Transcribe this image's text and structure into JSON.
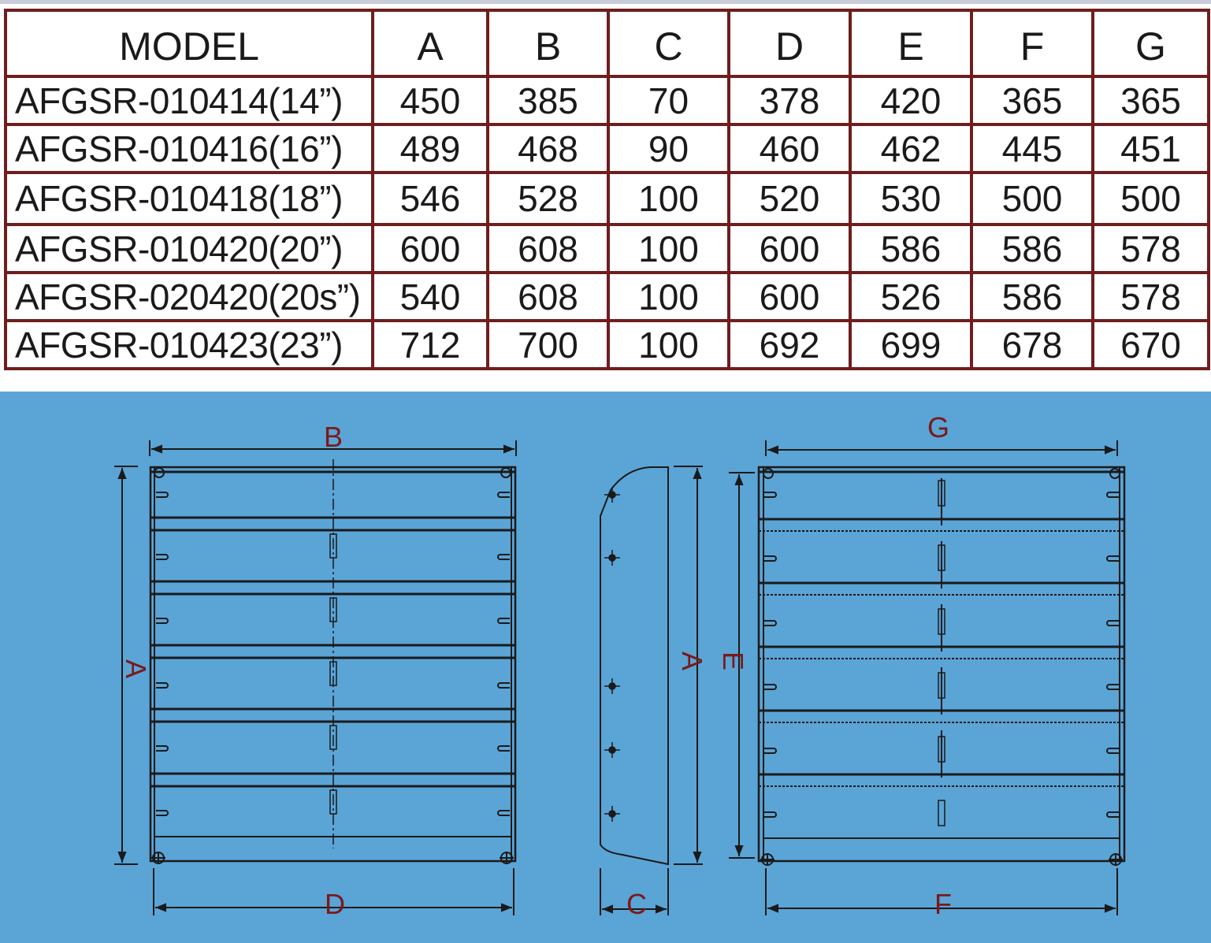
{
  "table": {
    "headers": [
      "MODEL",
      "A",
      "B",
      "C",
      "D",
      "E",
      "F",
      "G"
    ],
    "rows": [
      [
        "AFGSR-010414(14”)",
        "450",
        "385",
        "70",
        "378",
        "420",
        "365",
        "365"
      ],
      [
        "AFGSR-010416(16”)",
        "489",
        "468",
        "90",
        "460",
        "462",
        "445",
        "451"
      ],
      [
        "AFGSR-010418(18”)",
        "546",
        "528",
        "100",
        "520",
        "530",
        "500",
        "500"
      ],
      [
        "AFGSR-010420(20”)",
        "600",
        "608",
        "100",
        "600",
        "586",
        "586",
        "578"
      ],
      [
        "AFGSR-020420(20s”)",
        "540",
        "608",
        "100",
        "600",
        "526",
        "586",
        "578"
      ],
      [
        "AFGSR-010423(23”)",
        "712",
        "700",
        "100",
        "692",
        "699",
        "678",
        "670"
      ]
    ]
  },
  "diagram": {
    "front_view": {
      "top_label": "B",
      "left_label": "A",
      "bottom_label": "D"
    },
    "side_view": {
      "right_label": "A",
      "bottom_label": "C"
    },
    "back_view": {
      "top_label": "G",
      "left_label": "E",
      "bottom_label": "F"
    },
    "colors": {
      "line": "#1a1a1a",
      "label": "#7a1a1a",
      "background": "#5ba4d6",
      "table_border": "#6f1d1d"
    }
  }
}
